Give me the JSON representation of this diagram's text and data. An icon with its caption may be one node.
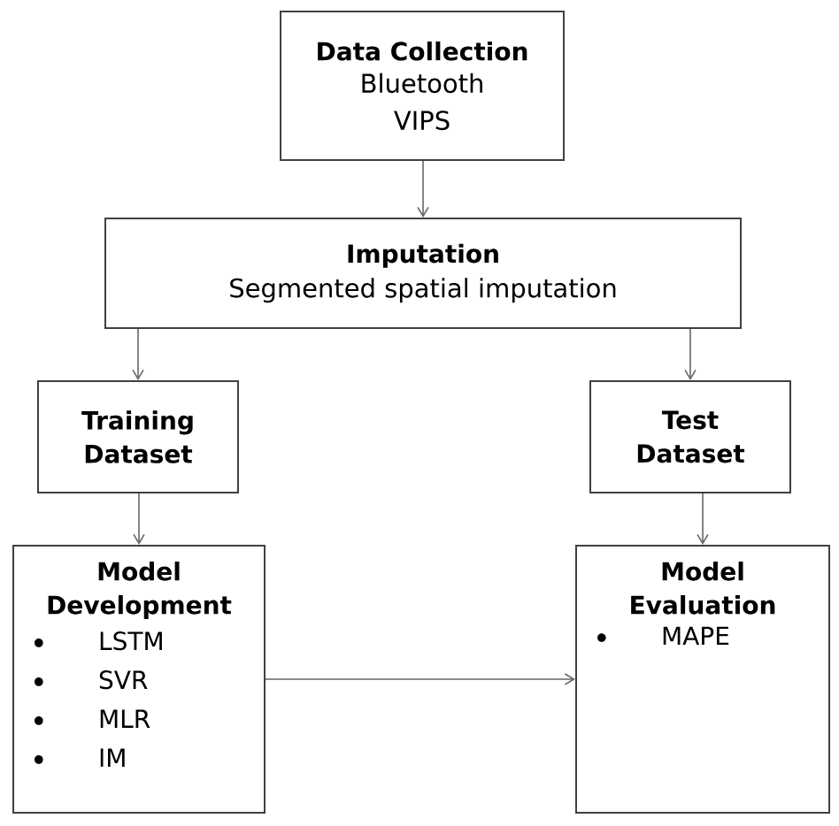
{
  "diagram": {
    "nodes": [
      {
        "text": [
          "Data Collection",
          "Bluetooth",
          "VIPS"
        ]
      },
      {
        "text": [
          "Imputation",
          "Segmented spatial imputation"
        ]
      },
      {
        "text": [
          "Training Dataset"
        ]
      },
      {
        "text": [
          "Test Dataset"
        ]
      },
      {
        "text": [
          "Model Development",
          "LSTM",
          "SVR",
          "MLR",
          "IM"
        ]
      },
      {
        "text": [
          "Model Evaluation",
          "MAPE"
        ]
      }
    ],
    "edges": [
      {
        "from": 0,
        "to": 1,
        "arrow": "to"
      },
      {
        "from": 1,
        "to": 2,
        "arrow": "to"
      },
      {
        "from": 1,
        "to": 3,
        "arrow": "to"
      },
      {
        "from": 2,
        "to": 4,
        "arrow": "to"
      },
      {
        "from": 3,
        "to": 5,
        "arrow": "to"
      },
      {
        "from": 4,
        "to": 5,
        "arrow": "to"
      }
    ]
  }
}
